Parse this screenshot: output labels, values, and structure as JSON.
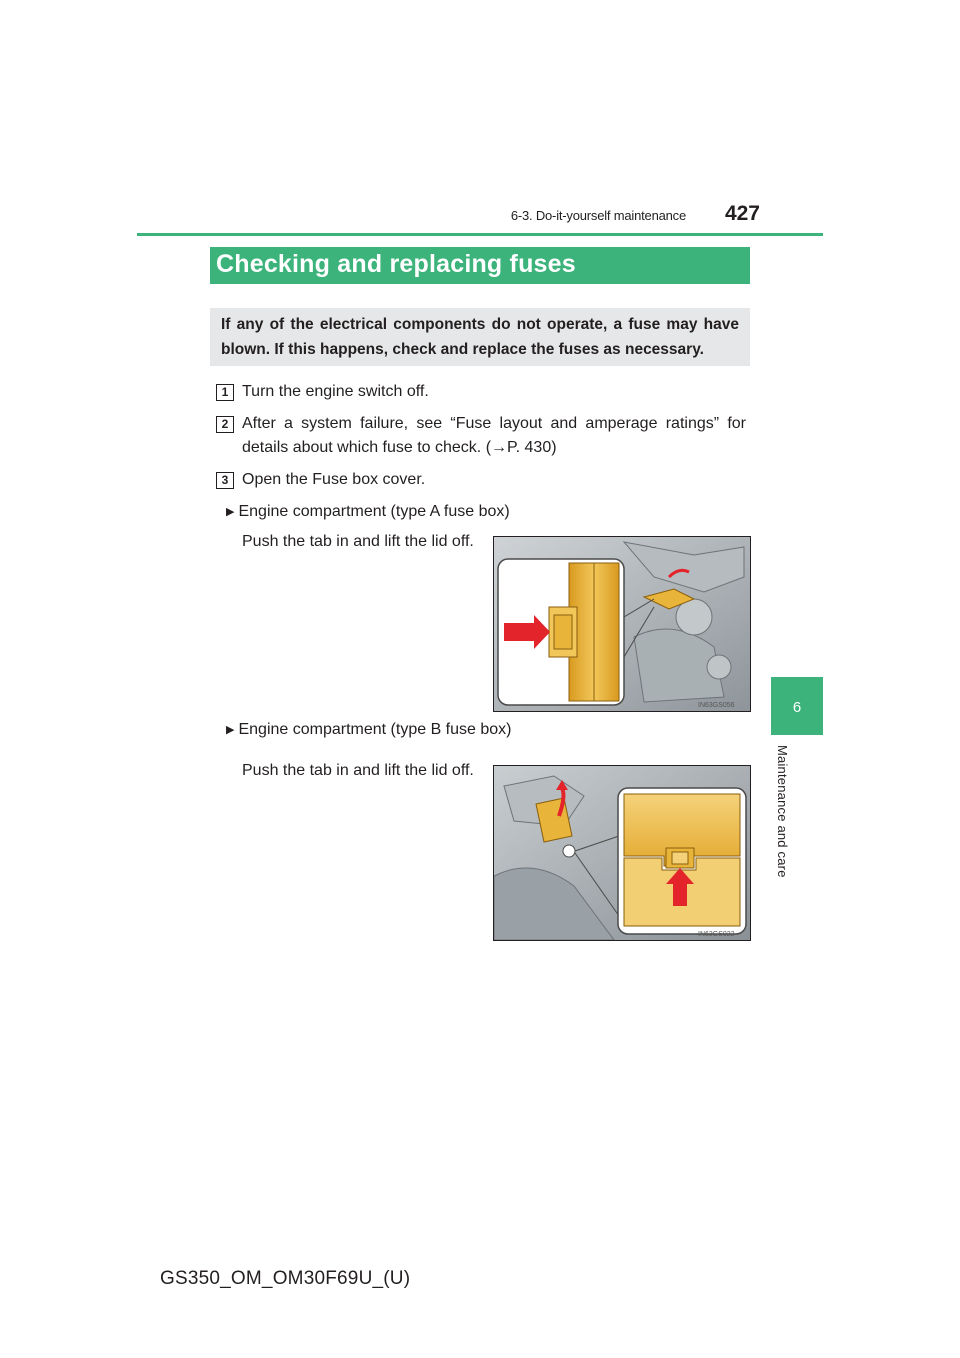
{
  "header": {
    "section_path": "6-3. Do-it-yourself maintenance",
    "page_number": "427"
  },
  "side_tab": {
    "number": "6",
    "label": "Maintenance and care"
  },
  "title": "Checking and replacing fuses",
  "intro": "If any of the electrical components do not operate, a fuse may have blown. If this happens, check and replace the fuses as necessary.",
  "steps": [
    {
      "number": "1",
      "text": "Turn the engine switch off."
    },
    {
      "number": "2",
      "text_line1": "After a system failure, see “Fuse layout and amperage ratings” for",
      "text_line2": "details about which fuse to check. (→P. 430)"
    },
    {
      "number": "3",
      "text": "Open the Fuse box cover."
    }
  ],
  "sub_items": [
    {
      "heading": "Engine compartment (type A fuse box)",
      "instruction": "Push the tab in and lift the lid off.",
      "figure_code": "IN63GS056"
    },
    {
      "heading": "Engine compartment (type B fuse box)",
      "instruction": "Push the tab in and lift the lid off.",
      "figure_code": "IN63GS022"
    }
  ],
  "footer": "GS350_OM_OM30F69U_(U)",
  "colors": {
    "accent": "#3cb37a",
    "intro_bg": "#e6e7e8",
    "arrow": "#e3242b",
    "fuse_box": "#e8b43a"
  }
}
